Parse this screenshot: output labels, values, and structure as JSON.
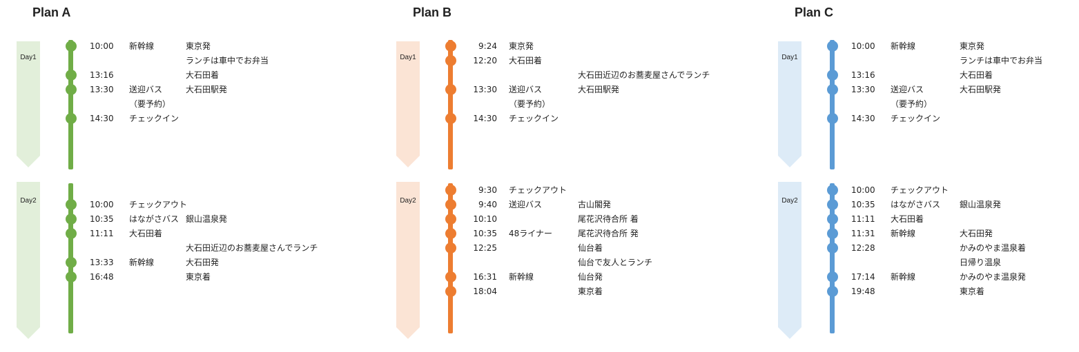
{
  "plans": [
    {
      "title": "Plan  A",
      "color": "#70ad47",
      "bg": "#e2efda",
      "time_align": "left",
      "days": [
        {
          "label": "Day1",
          "rows": [
            {
              "time": "10:00",
              "mode": "新幹線",
              "info": "東京発",
              "dot": true
            },
            {
              "time": "",
              "mode": "",
              "info": "ランチは車中でお弁当",
              "dot": false
            },
            {
              "time": "13:16",
              "mode": "",
              "info": "大石田着",
              "dot": true
            },
            {
              "time": "13:30",
              "mode": "送迎バス",
              "info": "大石田駅発",
              "dot": true
            },
            {
              "time": "",
              "mode": "（要予約）",
              "info": "",
              "dot": false
            },
            {
              "time": "14:30",
              "mode": "チェックイン",
              "info": "",
              "dot": true
            }
          ]
        },
        {
          "label": "Day2",
          "rows": [
            {
              "time": "10:00",
              "mode": "チェックアウト",
              "info": "",
              "dot": true
            },
            {
              "time": "10:35",
              "mode": "はながさバス",
              "info": "銀山温泉発",
              "dot": true
            },
            {
              "time": "11:11",
              "mode": "大石田着",
              "info": "",
              "dot": true
            },
            {
              "time": "",
              "mode": "",
              "info": "大石田近辺のお蕎麦屋さんでランチ",
              "dot": false
            },
            {
              "time": "13:33",
              "mode": "新幹線",
              "info": "大石田発",
              "dot": true
            },
            {
              "time": "16:48",
              "mode": "",
              "info": "東京着",
              "dot": true
            }
          ]
        }
      ]
    },
    {
      "title": "Plan  B",
      "color": "#ed7d31",
      "bg": "#fbe4d5",
      "time_align": "right",
      "days": [
        {
          "label": "Day1",
          "rows": [
            {
              "time": "9:24",
              "mode": "東京発",
              "info": "",
              "dot": true
            },
            {
              "time": "12:20",
              "mode": "大石田着",
              "info": "",
              "dot": true
            },
            {
              "time": "",
              "mode": "",
              "info": "大石田近辺のお蕎麦屋さんでランチ",
              "dot": false
            },
            {
              "time": "13:30",
              "mode": "送迎バス",
              "info": "大石田駅発",
              "dot": true
            },
            {
              "time": "",
              "mode": "（要予約）",
              "info": "",
              "dot": false
            },
            {
              "time": "14:30",
              "mode": "チェックイン",
              "info": "",
              "dot": true
            }
          ]
        },
        {
          "label": "Day2",
          "rows": [
            {
              "time": "9:30",
              "mode": "チェックアウト",
              "info": "",
              "dot": true
            },
            {
              "time": "9:40",
              "mode": "送迎バス",
              "info": "古山閣発",
              "dot": true
            },
            {
              "time": "10:10",
              "mode": "",
              "info": "尾花沢待合所 着",
              "dot": true
            },
            {
              "time": "10:35",
              "mode": "48ライナー",
              "info": "尾花沢待合所 発",
              "dot": true
            },
            {
              "time": "12:25",
              "mode": "",
              "info": "仙台着",
              "dot": true
            },
            {
              "time": "",
              "mode": "",
              "info": "仙台で友人とランチ",
              "dot": false
            },
            {
              "time": "16:31",
              "mode": "新幹線",
              "info": "仙台発",
              "dot": true
            },
            {
              "time": "18:04",
              "mode": "",
              "info": "東京着",
              "dot": true
            }
          ]
        }
      ]
    },
    {
      "title": "Plan  C",
      "color": "#5b9bd5",
      "bg": "#ddebf7",
      "time_align": "left",
      "days": [
        {
          "label": "Day1",
          "rows": [
            {
              "time": "10:00",
              "mode": "新幹線",
              "info": "東京発",
              "dot": true
            },
            {
              "time": "",
              "mode": "",
              "info": "ランチは車中でお弁当",
              "dot": false
            },
            {
              "time": "13:16",
              "mode": "",
              "info": "大石田着",
              "dot": true
            },
            {
              "time": "13:30",
              "mode": "送迎バス",
              "info": "大石田駅発",
              "dot": true
            },
            {
              "time": "",
              "mode": "（要予約）",
              "info": "",
              "dot": false
            },
            {
              "time": "14:30",
              "mode": "チェックイン",
              "info": "",
              "dot": true
            }
          ]
        },
        {
          "label": "Day2",
          "rows": [
            {
              "time": "10:00",
              "mode": "チェックアウト",
              "info": "",
              "dot": true
            },
            {
              "time": "10:35",
              "mode": "はながさバス",
              "info": "銀山温泉発",
              "dot": true
            },
            {
              "time": "11:11",
              "mode": "大石田着",
              "info": "",
              "dot": true
            },
            {
              "time": "11:31",
              "mode": "新幹線",
              "info": "大石田発",
              "dot": true
            },
            {
              "time": "12:28",
              "mode": "",
              "info": "かみのやま温泉着",
              "dot": true
            },
            {
              "time": "",
              "mode": "",
              "info": "日帰り温泉",
              "dot": false
            },
            {
              "time": "17:14",
              "mode": "新幹線",
              "info": "かみのやま温泉発",
              "dot": true
            },
            {
              "time": "19:48",
              "mode": "",
              "info": "東京着",
              "dot": true
            }
          ]
        }
      ]
    }
  ]
}
